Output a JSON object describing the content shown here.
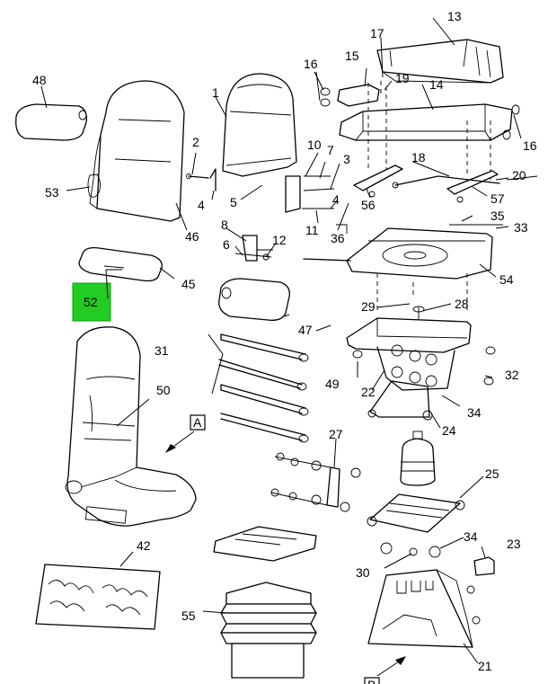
{
  "diagram": {
    "highlight_color": "#22cc22",
    "highlighted_callout": "52",
    "reference_labels": {
      "a": "A",
      "b": "B"
    },
    "callouts": {
      "c1": "1",
      "c2": "2",
      "c3": "3",
      "c4a": "4",
      "c4b": "4",
      "c5": "5",
      "c6": "6",
      "c7": "7",
      "c8": "8",
      "c10": "10",
      "c11": "11",
      "c12": "12",
      "c13": "13",
      "c14": "14",
      "c15": "15",
      "c16a": "16",
      "c16b": "16",
      "c17": "17",
      "c18": "18",
      "c19": "19",
      "c20": "20",
      "c21": "21",
      "c22": "22",
      "c23": "23",
      "c24": "24",
      "c25": "25",
      "c27": "27",
      "c28": "28",
      "c29": "29",
      "c30": "30",
      "c31": "31",
      "c32": "32",
      "c33": "33",
      "c34a": "34",
      "c34b": "34",
      "c35": "35",
      "c36": "36",
      "c42": "42",
      "c45": "45",
      "c46": "46",
      "c47": "47",
      "c48": "48",
      "c49": "49",
      "c50": "50",
      "c52": "52",
      "c53": "53",
      "c54": "54",
      "c55": "55",
      "c56": "56",
      "c57": "57"
    }
  }
}
